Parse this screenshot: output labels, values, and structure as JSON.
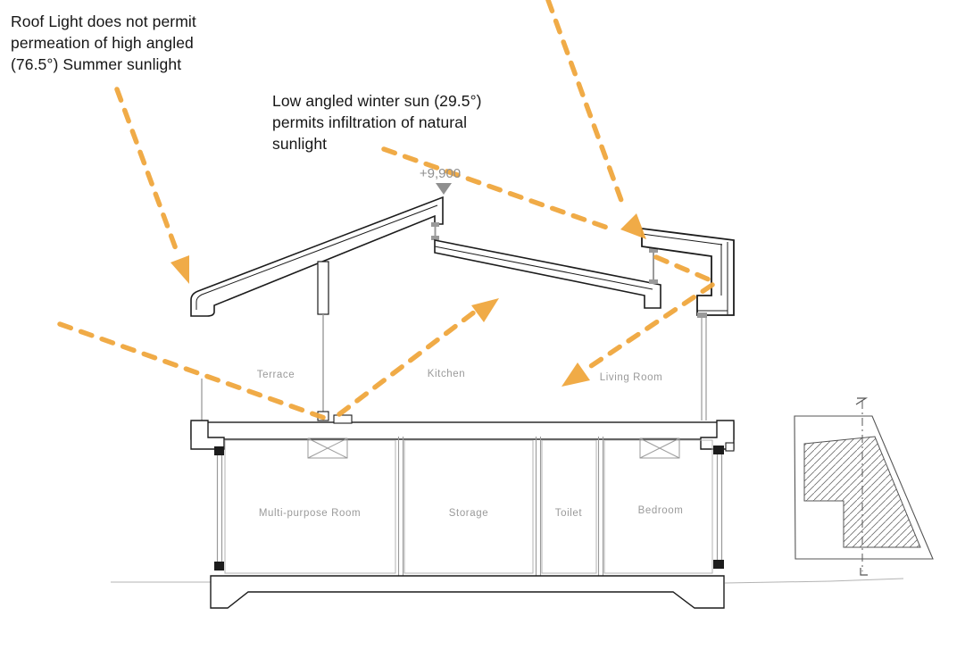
{
  "annotations": {
    "summer": {
      "lines": [
        "Roof Light does not permit",
        "permeation of high angled",
        "(76.5°) Summer sunlight"
      ]
    },
    "winter": {
      "lines": [
        "Low angled winter sun (29.5°)",
        "permits infiltration of natural",
        "sunlight"
      ]
    }
  },
  "elevation": {
    "label": "+9,900"
  },
  "rooms": {
    "upper": [
      {
        "label": "Terrace"
      },
      {
        "label": "Kitchen"
      },
      {
        "label": "Living Room"
      }
    ],
    "lower": [
      {
        "label": "Multi-purpose Room"
      },
      {
        "label": "Storage"
      },
      {
        "label": "Toilet"
      },
      {
        "label": "Bedroom"
      }
    ]
  },
  "sun_angles": {
    "summer": "76.5°",
    "winter": "29.5°"
  },
  "colors": {
    "sun_ray": "#efa73d",
    "drawing_black": "#1c1c1c",
    "window_gray": "#9a9a9a",
    "label_gray": "#9a9a9a",
    "elevation_gray": "#8f8f8f",
    "ground_line": "#b3b3b3"
  }
}
